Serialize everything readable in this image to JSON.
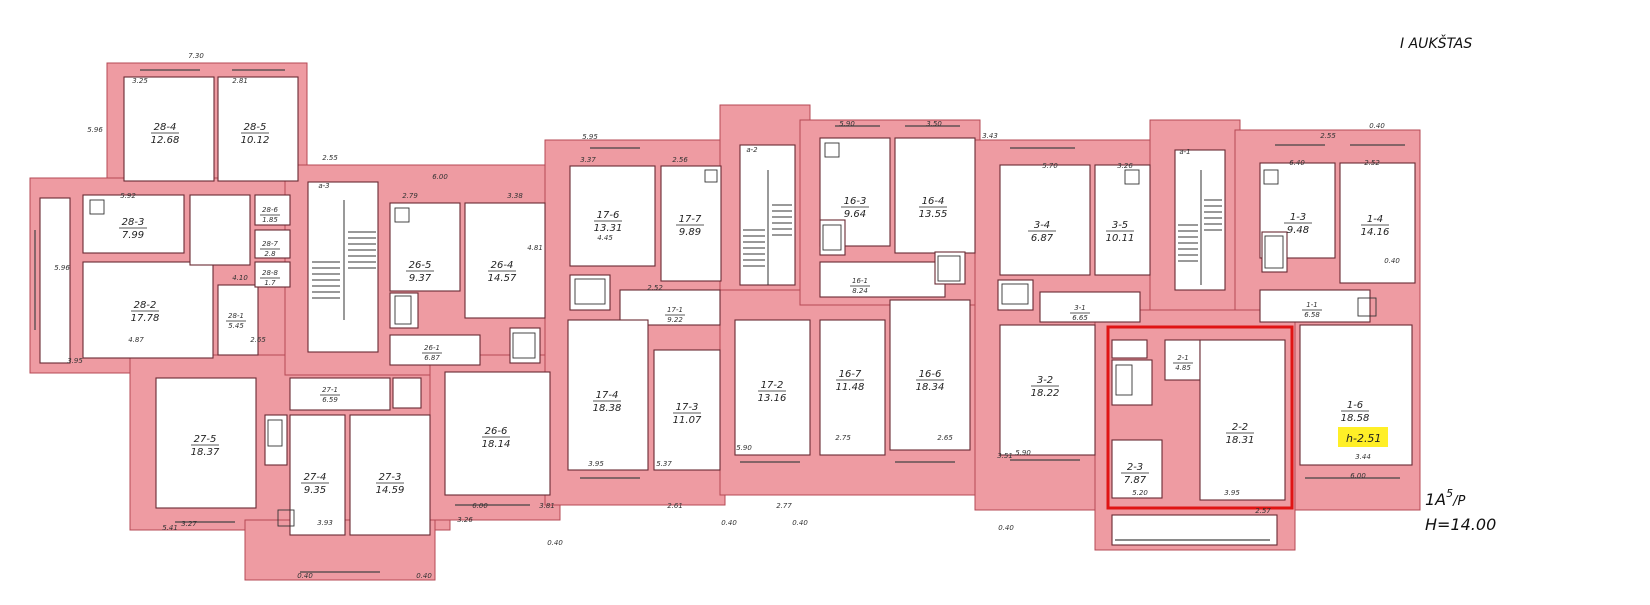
{
  "title": "I AUKŠTAS",
  "series_code": "1A",
  "series_sup": "5",
  "series_sub": "/P",
  "height_label": "H=14.00",
  "room_height_note": "h-2.51",
  "colors": {
    "wall": "#ee9ba2",
    "highlight": "#ffef27",
    "frame": "#e01414"
  },
  "rooms": [
    {
      "id": "28-4",
      "area": "12.68"
    },
    {
      "id": "28-5",
      "area": "10.12"
    },
    {
      "id": "28-3",
      "area": "7.99"
    },
    {
      "id": "28-6",
      "area": "1.85"
    },
    {
      "id": "28-7",
      "area": "2.8"
    },
    {
      "id": "28-8",
      "area": "1.7"
    },
    {
      "id": "28-2",
      "area": "17.78"
    },
    {
      "id": "28-1",
      "area": "5.45"
    },
    {
      "id": "26-5",
      "area": "9.37"
    },
    {
      "id": "26-4",
      "area": "14.57"
    },
    {
      "id": "26-1",
      "area": "6.87"
    },
    {
      "id": "27-5",
      "area": "18.37"
    },
    {
      "id": "27-1",
      "area": "6.59"
    },
    {
      "id": "27-4",
      "area": "9.35"
    },
    {
      "id": "27-3",
      "area": "14.59"
    },
    {
      "id": "26-6",
      "area": "18.14"
    },
    {
      "id": "17-6",
      "area": "13.31"
    },
    {
      "id": "17-7",
      "area": "9.89"
    },
    {
      "id": "17-1",
      "area": "9.22"
    },
    {
      "id": "17-4",
      "area": "18.38"
    },
    {
      "id": "17-3",
      "area": "11.07"
    },
    {
      "id": "17-2",
      "area": "13.16"
    },
    {
      "id": "16-3",
      "area": "9.64"
    },
    {
      "id": "16-4",
      "area": "13.55"
    },
    {
      "id": "16-1",
      "area": "8.24"
    },
    {
      "id": "16-7",
      "area": "11.48"
    },
    {
      "id": "16-6",
      "area": "18.34"
    },
    {
      "id": "3-4",
      "area": "6.87"
    },
    {
      "id": "3-5",
      "area": "10.11"
    },
    {
      "id": "3-1",
      "area": "6.65"
    },
    {
      "id": "3-2",
      "area": "18.22"
    },
    {
      "id": "2-1",
      "area": "4.85"
    },
    {
      "id": "2-2",
      "area": "18.31"
    },
    {
      "id": "2-3",
      "area": "7.87"
    },
    {
      "id": "1-3",
      "area": "9.48"
    },
    {
      "id": "1-4",
      "area": "14.16"
    },
    {
      "id": "1-1",
      "area": "6.58"
    },
    {
      "id": "1-6",
      "area": "18.58"
    }
  ],
  "stairs": [
    "a-3",
    "a-2",
    "a-1"
  ],
  "dimensions": [
    "7.30",
    "3.25",
    "2.81",
    "5.96",
    "5.92",
    "5.96",
    "2.55",
    "6.00",
    "2.79",
    "3.38",
    "4.81",
    "4.87",
    "2.65",
    "5.95",
    "3.37",
    "2.56",
    "4.45",
    "2.52",
    "5.90",
    "3.50",
    "3.43",
    "5.70",
    "3.26",
    "2.55",
    "6.40",
    "2.52",
    "3.27",
    "3.93",
    "3.26",
    "6.00",
    "3.81",
    "3.95",
    "5.37",
    "2.61",
    "5.90",
    "2.77",
    "2.75",
    "2.65",
    "3.51",
    "5.90",
    "5.20",
    "3.95",
    "2.57",
    "3.44",
    "6.00",
    "5.41",
    "3.95",
    "0.40",
    "0.40",
    "0.40",
    "0.40",
    "0.40",
    "0.40",
    "0.40",
    "0.40",
    "4.10"
  ]
}
